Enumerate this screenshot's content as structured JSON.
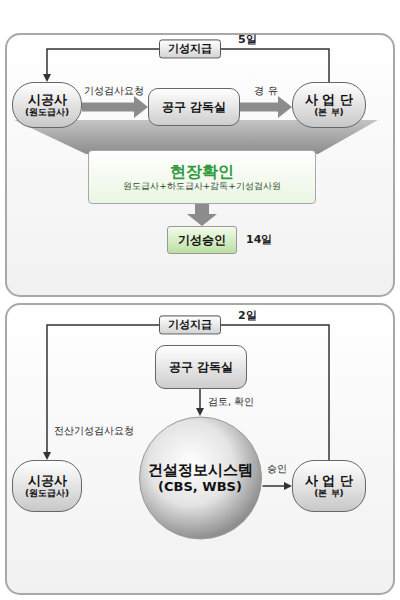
{
  "diagram": {
    "nodes": [
      {
        "text": [
          "시공사",
          "(원도급사)"
        ]
      },
      {
        "text": [
          "공구 감독실"
        ]
      },
      {
        "text": [
          "사 업 단",
          "(본 부)"
        ]
      },
      {
        "text": [
          "현장확인",
          "원도급사+하도급사+감독+기성검사원"
        ]
      },
      {
        "text": [
          "기성승인"
        ]
      },
      {
        "text": [
          "공구 감독실"
        ]
      },
      {
        "text": [
          "시공사",
          "(원도급사)"
        ]
      },
      {
        "text": [
          "건설정보시스템",
          "(CBS, WBS)"
        ]
      },
      {
        "text": [
          "사 업 단",
          "(본 부)"
        ]
      }
    ],
    "edges": [
      {
        "from": 0,
        "to": 1,
        "label": "기성검사요청",
        "arrow": "to"
      },
      {
        "from": 1,
        "to": 2,
        "label": "경 유",
        "arrow": "to"
      },
      {
        "from": 2,
        "to": 0,
        "label": "기성지급",
        "arrow": "to"
      },
      {
        "from": 3,
        "to": 4,
        "arrow": "to"
      },
      {
        "from": 5,
        "to": 7,
        "label": "검토, 확인",
        "arrow": "to"
      },
      {
        "from": 7,
        "to": 8,
        "label": "승인",
        "arrow": "to"
      },
      {
        "from": 8,
        "to": 6,
        "label": "기성지급",
        "arrow": "to"
      }
    ],
    "labels": [
      "5일",
      "14일",
      "전산기성검사요청",
      "2일"
    ]
  }
}
